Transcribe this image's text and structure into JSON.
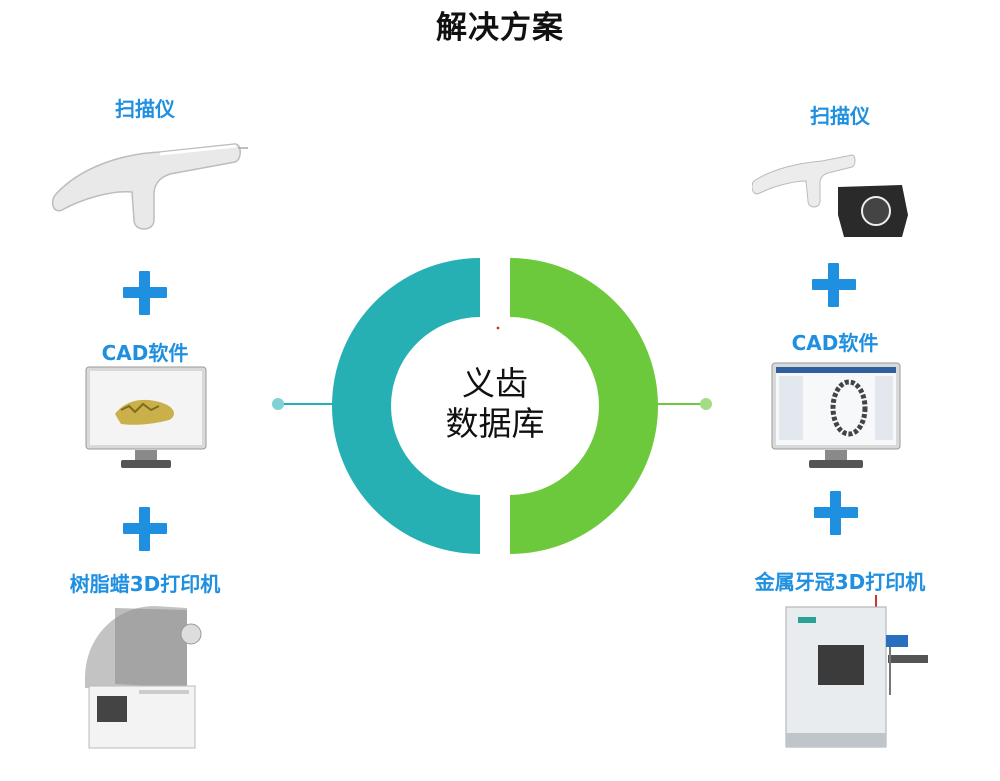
{
  "title": "解决方案",
  "center": {
    "line1": "义齿",
    "line2": "数据库"
  },
  "left": {
    "scanner_label": "扫描仪",
    "cad_label": "CAD软件",
    "printer_label": "树脂蜡3D打印机"
  },
  "right": {
    "scanner_label": "扫描仪",
    "cad_label": "CAD软件",
    "printer_label": "金属牙冠3D打印机"
  },
  "colors": {
    "accent": "#1f8fe0",
    "teal": "#26b0b4",
    "green": "#6cc93c"
  }
}
